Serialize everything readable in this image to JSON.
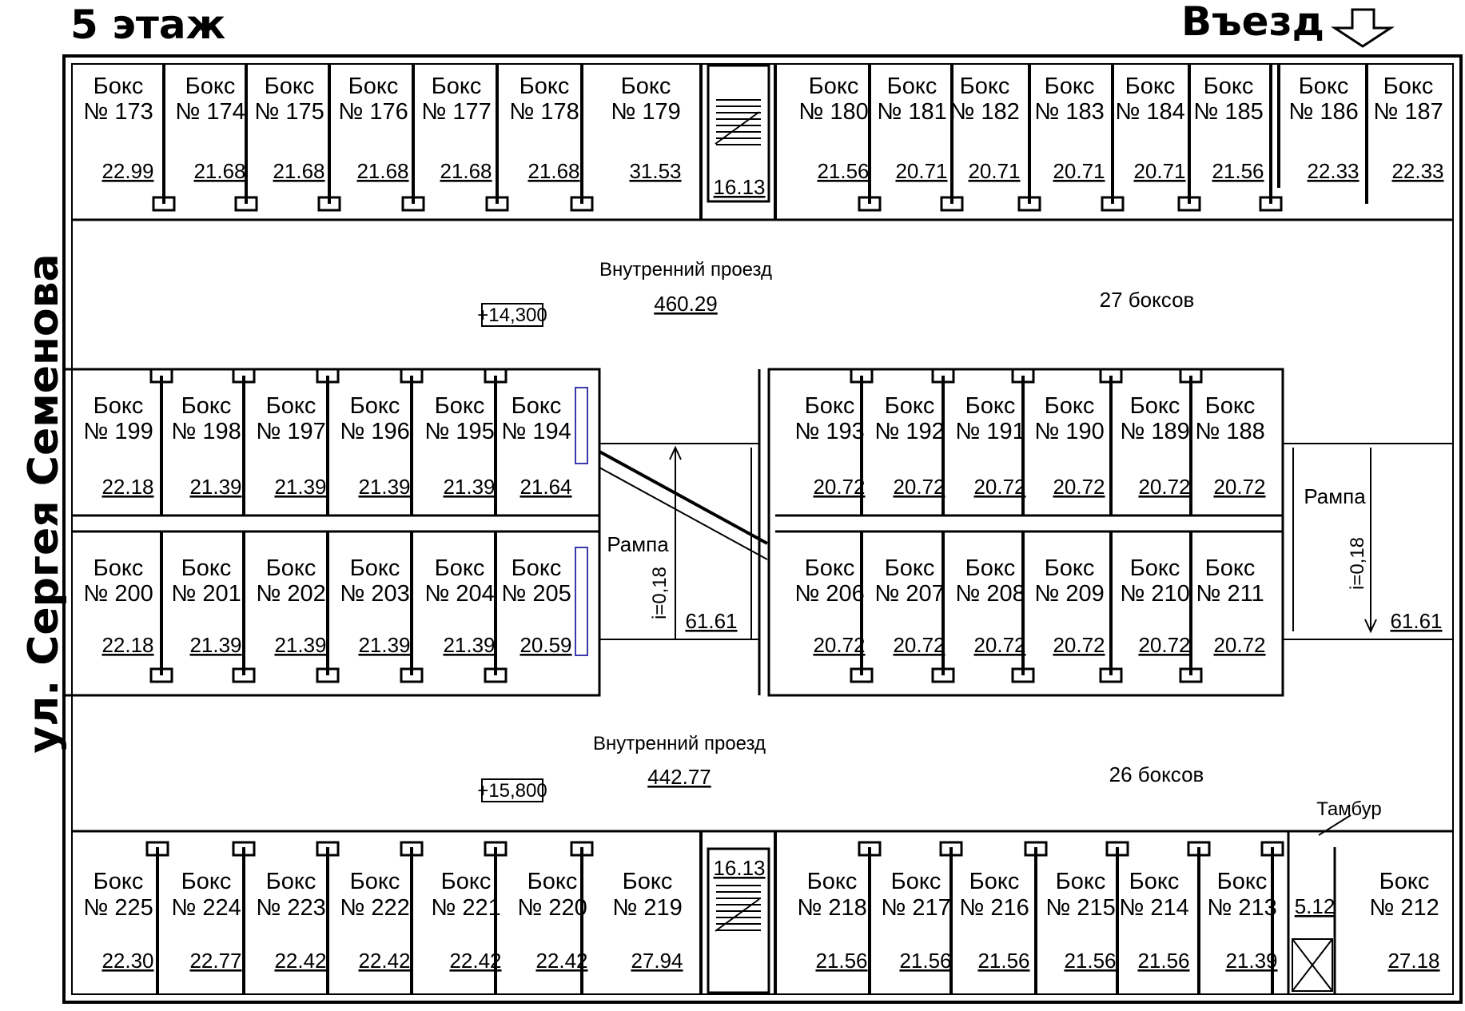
{
  "floor_label": "5 этаж",
  "entrance_label": "Въезд",
  "street_label": "ул. Сергея Семенова",
  "box_word": "Бокс",
  "row_top": [
    {
      "num": "№ 173",
      "area": "22.99"
    },
    {
      "num": "№ 174",
      "area": "21.68"
    },
    {
      "num": "№ 175",
      "area": "21.68"
    },
    {
      "num": "№ 176",
      "area": "21.68"
    },
    {
      "num": "№ 177",
      "area": "21.68"
    },
    {
      "num": "№ 178",
      "area": "21.68"
    },
    {
      "num": "№ 179",
      "area": "31.53"
    },
    {
      "num": "№ 180",
      "area": "21.56"
    },
    {
      "num": "№ 181",
      "area": "20.71"
    },
    {
      "num": "№ 182",
      "area": "20.71"
    },
    {
      "num": "№ 183",
      "area": "20.71"
    },
    {
      "num": "№ 184",
      "area": "20.71"
    },
    {
      "num": "№ 185",
      "area": "21.56"
    },
    {
      "num": "№ 186",
      "area": "22.33"
    },
    {
      "num": "№ 187",
      "area": "22.33"
    }
  ],
  "row_mid_upper": [
    {
      "num": "№ 199",
      "area": "22.18"
    },
    {
      "num": "№ 198",
      "area": "21.39"
    },
    {
      "num": "№ 197",
      "area": "21.39"
    },
    {
      "num": "№ 196",
      "area": "21.39"
    },
    {
      "num": "№ 195",
      "area": "21.39"
    },
    {
      "num": "№ 194",
      "area": "21.64"
    },
    {
      "num": "№ 193",
      "area": "20.72"
    },
    {
      "num": "№ 192",
      "area": "20.72"
    },
    {
      "num": "№ 191",
      "area": "20.72"
    },
    {
      "num": "№ 190",
      "area": "20.72"
    },
    {
      "num": "№ 189",
      "area": "20.72"
    },
    {
      "num": "№ 188",
      "area": "20.72"
    }
  ],
  "row_mid_lower": [
    {
      "num": "№ 200",
      "area": "22.18"
    },
    {
      "num": "№ 201",
      "area": "21.39"
    },
    {
      "num": "№ 202",
      "area": "21.39"
    },
    {
      "num": "№ 203",
      "area": "21.39"
    },
    {
      "num": "№ 204",
      "area": "21.39"
    },
    {
      "num": "№ 205",
      "area": "20.59"
    },
    {
      "num": "№ 206",
      "area": "20.72"
    },
    {
      "num": "№ 207",
      "area": "20.72"
    },
    {
      "num": "№ 208",
      "area": "20.72"
    },
    {
      "num": "№ 209",
      "area": "20.72"
    },
    {
      "num": "№ 210",
      "area": "20.72"
    },
    {
      "num": "№ 211",
      "area": "20.72"
    }
  ],
  "row_bottom": [
    {
      "num": "№ 225",
      "area": "22.30"
    },
    {
      "num": "№ 224",
      "area": "22.77"
    },
    {
      "num": "№ 223",
      "area": "22.42"
    },
    {
      "num": "№ 222",
      "area": "22.42"
    },
    {
      "num": "№ 221",
      "area": "22.42"
    },
    {
      "num": "№ 220",
      "area": "22.42"
    },
    {
      "num": "№ 219",
      "area": "27.94"
    },
    {
      "num": "№ 218",
      "area": "21.56"
    },
    {
      "num": "№ 217",
      "area": "21.56"
    },
    {
      "num": "№ 216",
      "area": "21.56"
    },
    {
      "num": "№ 215",
      "area": "21.56"
    },
    {
      "num": "№ 214",
      "area": "21.56"
    },
    {
      "num": "№ 213",
      "area": "21.39"
    },
    {
      "num": "№ 212",
      "area": "27.18"
    }
  ],
  "stair_top_area": "16.13",
  "stair_bottom_area": "16.13",
  "drive_upper": {
    "name": "Внутренний проезд",
    "area": "460.29",
    "level": "+14,300",
    "count": "27 боксов"
  },
  "drive_lower": {
    "name": "Внутренний проезд",
    "area": "442.77",
    "level": "+15,800",
    "count": "26 боксов"
  },
  "ramp_left": {
    "name": "Рампа",
    "slope": "i=0,18",
    "area": "61.61"
  },
  "ramp_right": {
    "name": "Рампа",
    "slope": "i=0,18",
    "area": "61.61"
  },
  "vestibule": {
    "name": "Тамбур",
    "area": "5.12"
  },
  "colors": {
    "line": "#000000",
    "accent": "#3a3aa8"
  }
}
